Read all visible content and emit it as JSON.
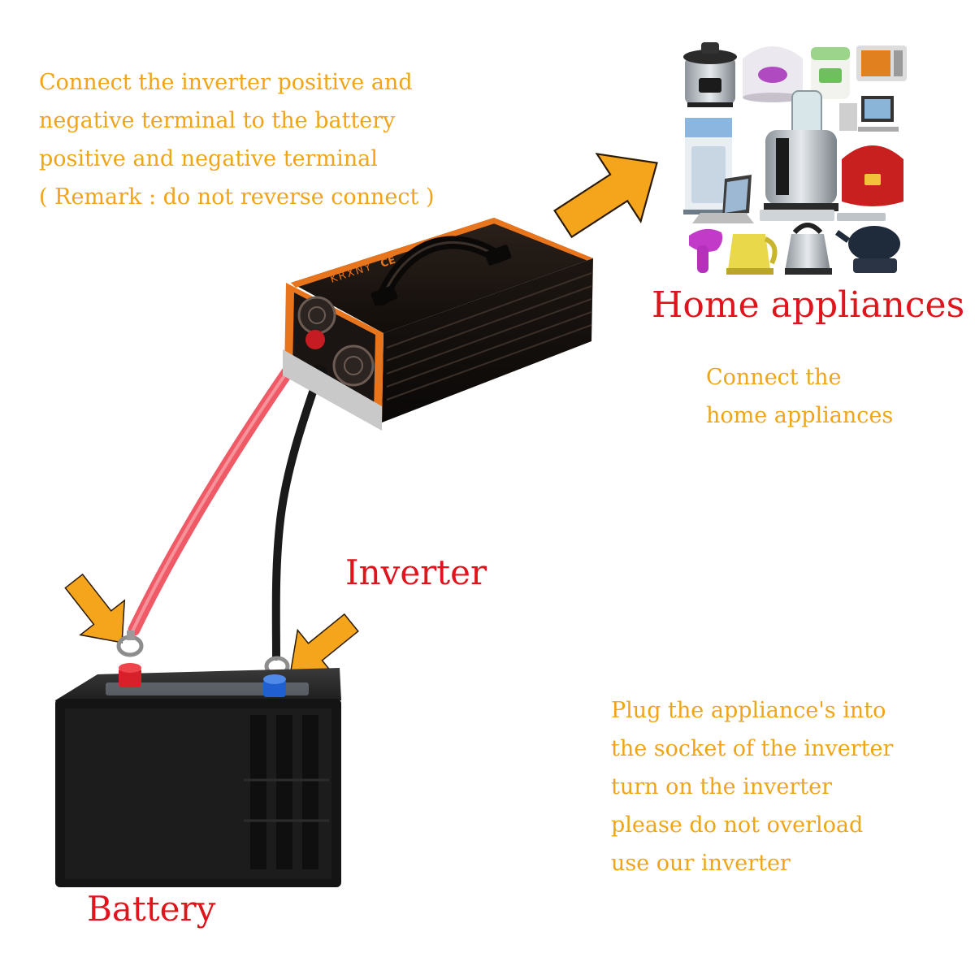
{
  "instructions": {
    "battery_connection": [
      "Connect the inverter positive and",
      "negative terminal to the battery",
      "positive and negative terminal",
      "( Remark : do not reverse connect )"
    ],
    "appliance_connection": [
      "Connect the",
      "home appliances"
    ],
    "usage": [
      "Plug the appliance's into",
      "the socket of the inverter",
      "turn on the inverter",
      "please do not overload",
      "use our inverter"
    ]
  },
  "labels": {
    "home_appliances": "Home appliances",
    "inverter": "Inverter",
    "battery": "Battery"
  },
  "inverter_brand": "KRXNY",
  "inverter_mark": "CE",
  "colors": {
    "instruction_text": "#f0a418",
    "label_text": "#e0141c",
    "arrow_fill": "#f5a51c",
    "inverter_body": "#17110e",
    "inverter_accent": "#e8741c",
    "positive_cable": "#ef5a66",
    "negative_cable": "#1a1a1a",
    "positive_terminal": "#d8202a",
    "negative_terminal": "#1f5fd0"
  },
  "icons": [
    "pressure-cooker-icon",
    "rice-cooker-icon",
    "bread-maker-icon",
    "microwave-icon",
    "washing-machine-icon",
    "juicer-icon",
    "computer-icon",
    "laptop-icon",
    "hair-dryer-icon",
    "electric-kettle-icon",
    "steel-kettle-icon",
    "teapot-icon",
    "red-rice-cooker-icon",
    "dvd-player-icon"
  ]
}
